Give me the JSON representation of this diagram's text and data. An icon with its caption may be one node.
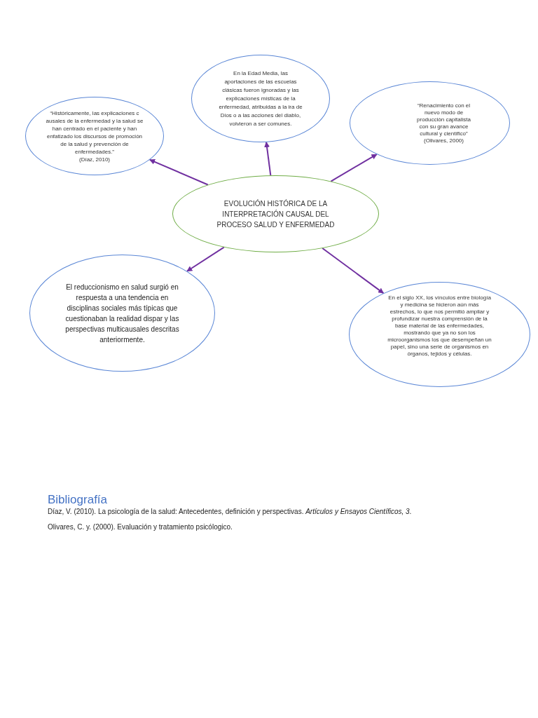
{
  "diagram": {
    "nodes": [
      {
        "text": [
          "EVOLUCIÓN HISTÓRICA DE LA INTERPRETACIÓN CAUSAL DEL PROCESO SALUD Y ENFERMEDAD"
        ]
      },
      {
        "text": [
          "“Históricamente, las explicaciones c ausales de la enfermedad y la salud se han centrado en el paciente y han enfatizado los discursos de promoción de la salud y prevención de enfermedades.”",
          "(Díaz, 2010)"
        ]
      },
      {
        "text": [
          "En la Edad Media, las aportaciones de las escuelas clásicas fueron ignoradas y las explicaciones místicas de la enfermedad, atribuidas a la ira de Dios o a las acciones del diablo, volvieron a ser comunes."
        ]
      },
      {
        "text": [
          "“Renacimiento con el nuevo modo de producción capitalista con su gran avance cultural y científico”",
          "(Olivares, 2000)"
        ]
      },
      {
        "text": [
          "El reduccionismo en salud surgió en respuesta a una tendencia en disciplinas sociales más típicas que cuestionaban la realidad dispar y las perspectivas multicausales descritas anteriormente."
        ]
      },
      {
        "text": [
          "En el siglo XX, los vínculos entre biología y medicina se hicieron aún más estrechos, lo que nos permitió ampliar y profundizar nuestra comprensión de la base material de las enfermedades, mostrando que ya no son los microorganismos los que desempeñan un papel, sino una serie de organismos en órganos, tejidos y células."
        ]
      }
    ],
    "edges": [
      {
        "from": 0,
        "to": 1,
        "arrow": "to"
      },
      {
        "from": 0,
        "to": 2,
        "arrow": "to"
      },
      {
        "from": 0,
        "to": 3,
        "arrow": "to"
      },
      {
        "from": 0,
        "to": 4,
        "arrow": "to"
      },
      {
        "from": 0,
        "to": 5,
        "arrow": "to"
      }
    ],
    "labels": [
      "Bibliografía",
      "Díaz, V. (2010). La psicología de la salud: Antecedentes, definición y perspectivas. *Artículos y Ensayos Científicos, 3*.",
      "Olivares, C. y. (2000). Evaluación y tratamiento psicólogico."
    ]
  }
}
